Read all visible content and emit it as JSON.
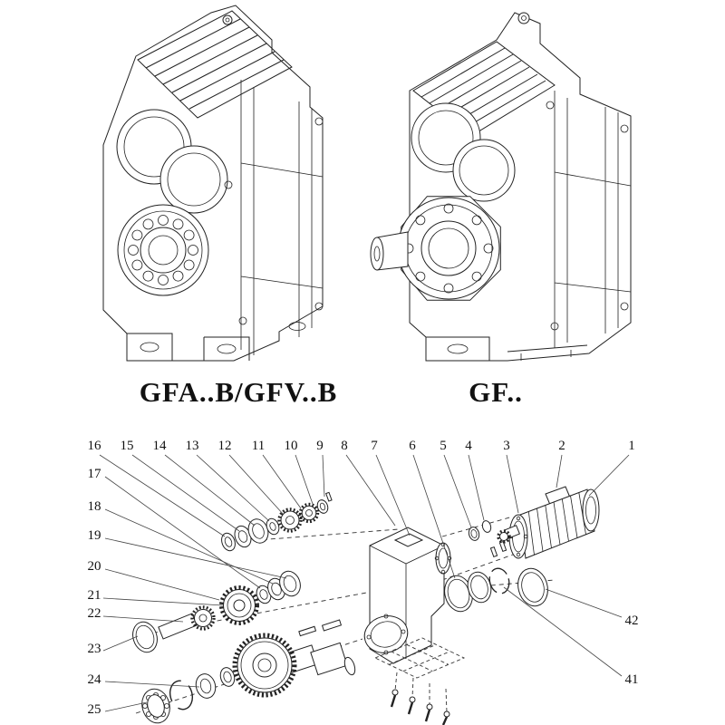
{
  "colors": {
    "background": "#ffffff",
    "line": "#222222",
    "label": "#111111"
  },
  "models": {
    "left": "GFA..B/GFV..B",
    "right": "GF.."
  },
  "callouts": {
    "top": [
      "16",
      "15",
      "14",
      "13",
      "12",
      "11",
      "10",
      "9",
      "8",
      "7",
      "6",
      "5",
      "4",
      "3",
      "2",
      "1"
    ],
    "left": [
      "17",
      "18",
      "19",
      "20",
      "21",
      "22",
      "23",
      "24",
      "25"
    ],
    "right": [
      "42",
      "41"
    ]
  }
}
